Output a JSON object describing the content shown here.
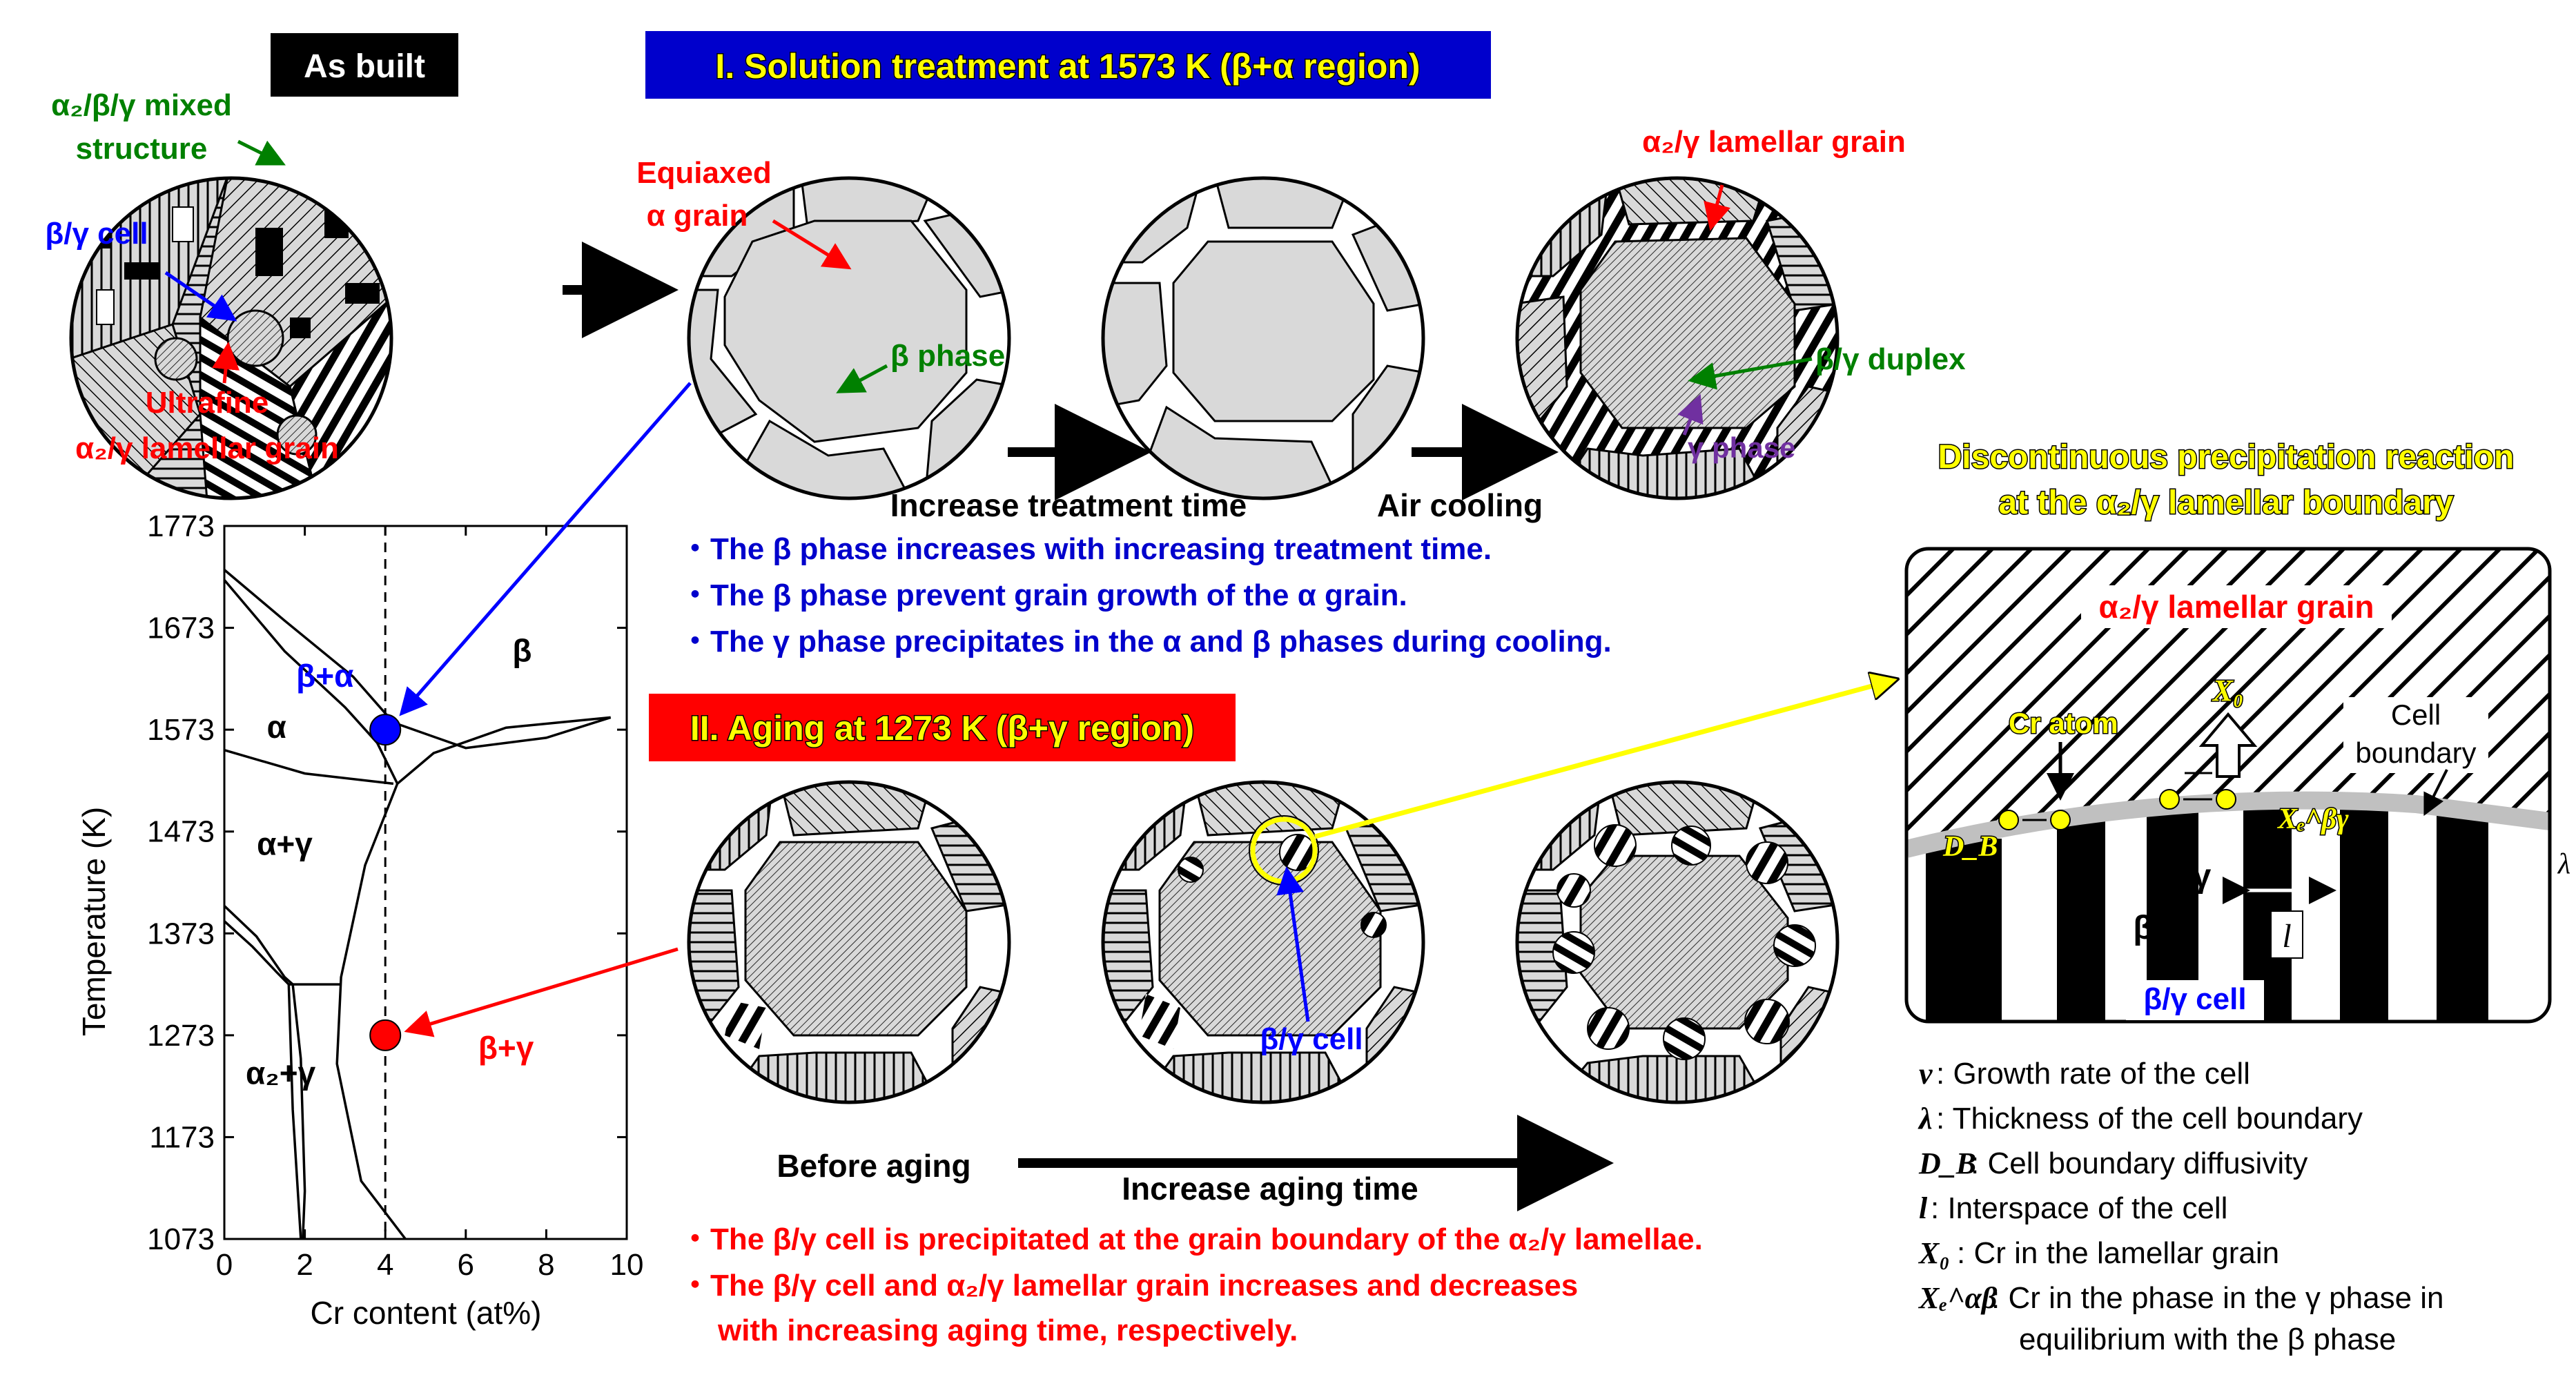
{
  "colors": {
    "red": "#ff0000",
    "blue": "#0000ff",
    "green": "#008000",
    "purple": "#7030a0",
    "yellow": "#ffff00",
    "grain_fill": "#d9d9d9",
    "header_blue": "#0000cc",
    "header_red": "#ff0000"
  },
  "as_built": {
    "title": "As built",
    "mixed_1": "α₂/β/γ mixed",
    "mixed_2": "structure",
    "cell": "β/γ cell",
    "ultrafine_1": "Ultrafine",
    "ultrafine_2": "α₂/γ lamellar grain"
  },
  "stage1": {
    "title": "I. Solution treatment at 1573 K (β+α region)",
    "equiaxed_1": "Equiaxed",
    "equiaxed_2": "α grain",
    "beta_phase": "β phase",
    "lamellar": "α₂/γ lamellar grain",
    "duplex": "β/γ duplex",
    "gamma_phase": "γ phase",
    "increase_time": "Increase treatment time",
    "air_cooling": "Air cooling",
    "bullets": [
      "・The β phase increases with increasing treatment time.",
      "・The β phase prevent grain growth of the α grain.",
      "・The γ phase precipitates in the α and β phases during cooling."
    ]
  },
  "stage2": {
    "title": "II. Aging at 1273 K (β+γ region)",
    "before": "Before aging",
    "increase": "Increase aging time",
    "cell": "β/γ cell",
    "bullet1": "・The β/γ cell is precipitated at the grain boundary of the α₂/γ lamellae.",
    "bullet2a": "・The β/γ cell and α₂/γ lamellar grain increases and decreases",
    "bullet2b": "with increasing aging time, respectively."
  },
  "inset": {
    "title_1": "Discontinuous precipitation reaction",
    "title_2": "at the α₂/γ lamellar boundary",
    "lamellar": "α₂/γ lamellar grain",
    "x0": "X₀",
    "cr_atom": "Cr atom",
    "cell_boundary_1": "Cell",
    "cell_boundary_2": "boundary",
    "db": "D_B",
    "xe": "Xₑ^βγ",
    "lambda": "λ",
    "gamma": "γ",
    "beta": "β",
    "l": "l",
    "cell": "β/γ cell"
  },
  "legend": [
    {
      "sym": "v",
      "text": ": Growth rate of the cell"
    },
    {
      "sym": "λ",
      "text": ": Thickness of the cell boundary"
    },
    {
      "sym": "D_B",
      "text": ": Cell boundary diffusivity"
    },
    {
      "sym": "l",
      "text": ": Interspace of the cell"
    },
    {
      "sym": "X₀",
      "text": ": Cr in the lamellar grain"
    },
    {
      "sym": "Xₑ^αβ",
      "text": ": Cr in the phase in the γ phase in"
    },
    {
      "sym": "",
      "text": "equilibrium with the β phase"
    }
  ],
  "chart_data": {
    "type": "phase-diagram",
    "xlabel": "Cr content (at%)",
    "ylabel": "Temperature (K)",
    "xlim": [
      0,
      10
    ],
    "ylim": [
      1073,
      1773
    ],
    "xticks": [
      0,
      2,
      4,
      6,
      8,
      10
    ],
    "yticks": [
      1073,
      1173,
      1273,
      1373,
      1473,
      1573,
      1673,
      1773
    ],
    "regions": [
      {
        "label": "β",
        "x": 7.4,
        "y": 1640
      },
      {
        "label": "β+α",
        "x": 2.5,
        "y": 1615
      },
      {
        "label": "α",
        "x": 1.3,
        "y": 1565
      },
      {
        "label": "α+γ",
        "x": 1.5,
        "y": 1450
      },
      {
        "label": "α₂+γ",
        "x": 1.4,
        "y": 1225
      },
      {
        "label": "β+γ",
        "x": 7.0,
        "y": 1250
      }
    ],
    "boundaries": [
      [
        [
          0,
          1730
        ],
        [
          1.5,
          1680
        ],
        [
          3.2,
          1625
        ],
        [
          4.2,
          1580
        ],
        [
          6,
          1555
        ],
        [
          8,
          1565
        ],
        [
          9.6,
          1585
        ]
      ],
      [
        [
          0,
          1720
        ],
        [
          1.5,
          1650
        ],
        [
          3,
          1595
        ],
        [
          3.8,
          1560
        ],
        [
          4.3,
          1520
        ]
      ],
      [
        [
          0,
          1553
        ],
        [
          2.0,
          1530
        ],
        [
          4.2,
          1520
        ]
      ],
      [
        [
          9.6,
          1585
        ],
        [
          7,
          1575
        ],
        [
          5.2,
          1550
        ],
        [
          4.3,
          1520
        ],
        [
          3.5,
          1440
        ],
        [
          2.9,
          1330
        ],
        [
          2.8,
          1245
        ],
        [
          3.4,
          1130
        ],
        [
          4.5,
          1073
        ]
      ],
      [
        [
          0,
          1400
        ],
        [
          0.8,
          1370
        ],
        [
          1.5,
          1330
        ],
        [
          1.7,
          1323
        ]
      ],
      [
        [
          0,
          1385
        ],
        [
          0.7,
          1360
        ],
        [
          1.3,
          1335
        ],
        [
          1.6,
          1323
        ]
      ],
      [
        [
          1.6,
          1323
        ],
        [
          2.9,
          1323
        ]
      ],
      [
        [
          1.6,
          1323
        ],
        [
          1.7,
          1200
        ],
        [
          1.9,
          1073
        ]
      ],
      [
        [
          1.7,
          1323
        ],
        [
          1.9,
          1250
        ],
        [
          2.0,
          1120
        ],
        [
          1.95,
          1073
        ]
      ]
    ],
    "marker_x": 4,
    "points": [
      {
        "x": 4,
        "y": 1573,
        "color": "#0000ff"
      },
      {
        "x": 4,
        "y": 1273,
        "color": "#ff0000"
      }
    ]
  }
}
